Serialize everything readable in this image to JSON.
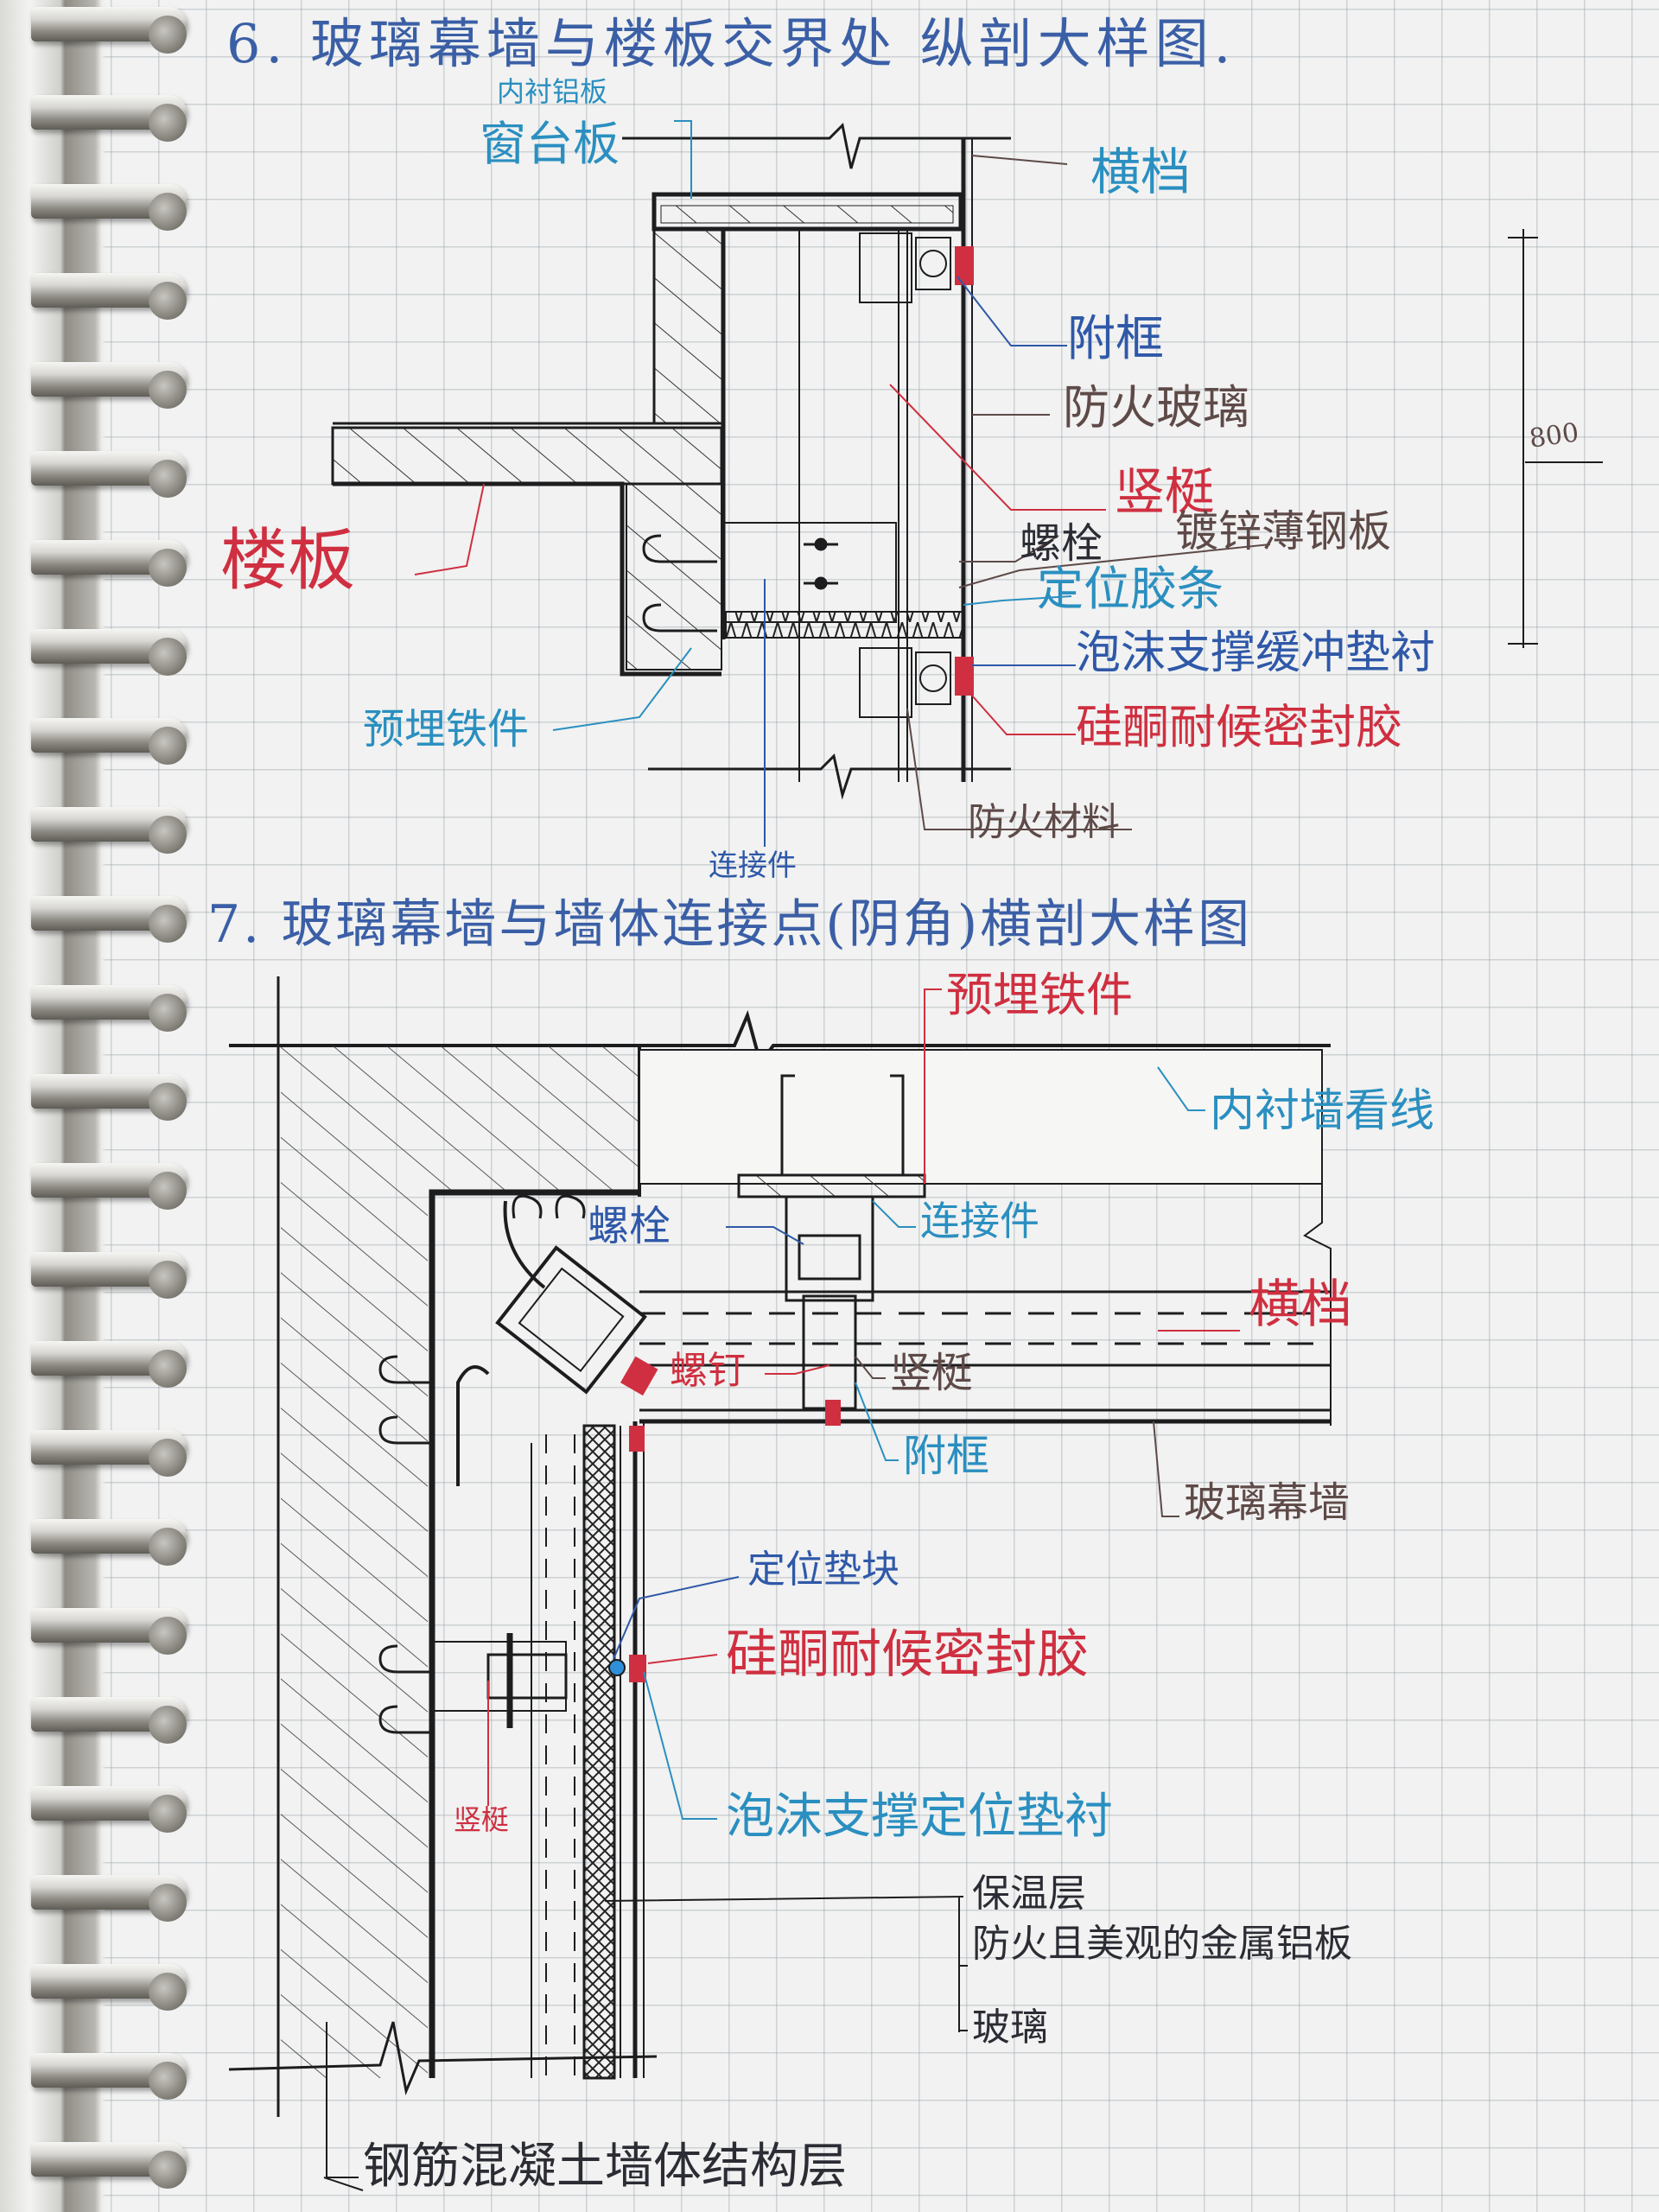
{
  "section6": {
    "title": "6. 玻璃幕墙与楼板交界处 纵剖大样图.",
    "labels": {
      "inner_aluminum": "内衬铝板",
      "windowsill": "窗台板",
      "transom": "横档",
      "sub_frame": "附框",
      "fire_glass": "防火玻璃",
      "mullion": "竖梃",
      "bolt": "螺栓",
      "galvanized_sheet": "镀锌薄钢板",
      "locating_strip": "定位胶条",
      "foam_backer": "泡沫支撑缓冲垫衬",
      "silicone_sealant": "硅酮耐候密封胶",
      "fire_material": "防火材料",
      "floor_slab": "楼板",
      "embedded_iron": "预埋铁件",
      "connector": "连接件"
    },
    "dimension": "800"
  },
  "section7": {
    "title": "7. 玻璃幕墙与墙体连接点(阴角)横剖大样图",
    "labels": {
      "embedded_iron": "预埋铁件",
      "inner_wall_line": "内衬墙看线",
      "connector": "连接件",
      "bolt": "螺栓",
      "transom": "横档",
      "screw": "螺钉",
      "mullion": "竖梃",
      "sub_frame": "附框",
      "glass_curtain_wall": "玻璃幕墙",
      "locating_block": "定位垫块",
      "silicone_sealant": "硅酮耐候密封胶",
      "mullion_left": "竖梃",
      "foam_backer": "泡沫支撑定位垫衬",
      "insulation": "保温层",
      "aluminum_panel": "防火且美观的金属铝板",
      "glass": "玻璃",
      "rc_wall": "钢筋混凝土墙体结构层"
    }
  },
  "colors": {
    "blue_ink": "#2f58a8",
    "cyan_ink": "#2a8fc0",
    "red_ink": "#cf2f40",
    "brown_ink": "#5e4a48",
    "black_ink": "#1d1d1f",
    "paper": "#f1f2f1"
  }
}
